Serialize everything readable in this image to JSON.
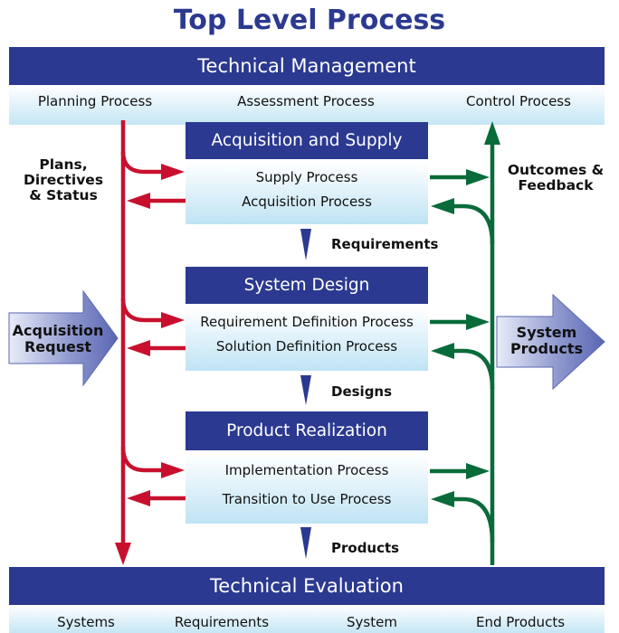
{
  "title": {
    "line1": "Top Level Process"
  },
  "technical_management": {
    "label": "Technical Management",
    "items": [
      "Planning Process",
      "Assessment Process",
      "Control Process"
    ]
  },
  "side_labels": {
    "plans": "Plans,\nDirectives\n& Status",
    "outcomes": "Outcomes &\nFeedback"
  },
  "acquisition_supply": {
    "label": "Acquisition and Supply",
    "processes": [
      "Supply Process",
      "Acquisition Process"
    ]
  },
  "flow_labels": {
    "requirements": "Requirements",
    "designs": "Designs",
    "products": "Products"
  },
  "system_design": {
    "label": "System Design",
    "processes": [
      "Requirement Definition Process",
      "Solution Definition Process"
    ]
  },
  "product_realization": {
    "label": "Product Realization",
    "processes": [
      "Implementation Process",
      "Transition to Use Process"
    ]
  },
  "big_arrows": {
    "input": "Acquisition\nRequest",
    "output": "System\nProducts"
  },
  "technical_evaluation": {
    "label": "Technical Evaluation",
    "items": [
      "Systems",
      "Requirements",
      "System",
      "End Products"
    ]
  },
  "colors": {
    "band": "#2b3990",
    "red_arrow": "#c8102e",
    "green_arrow": "#0a6b3a",
    "title": "#2b3990"
  }
}
